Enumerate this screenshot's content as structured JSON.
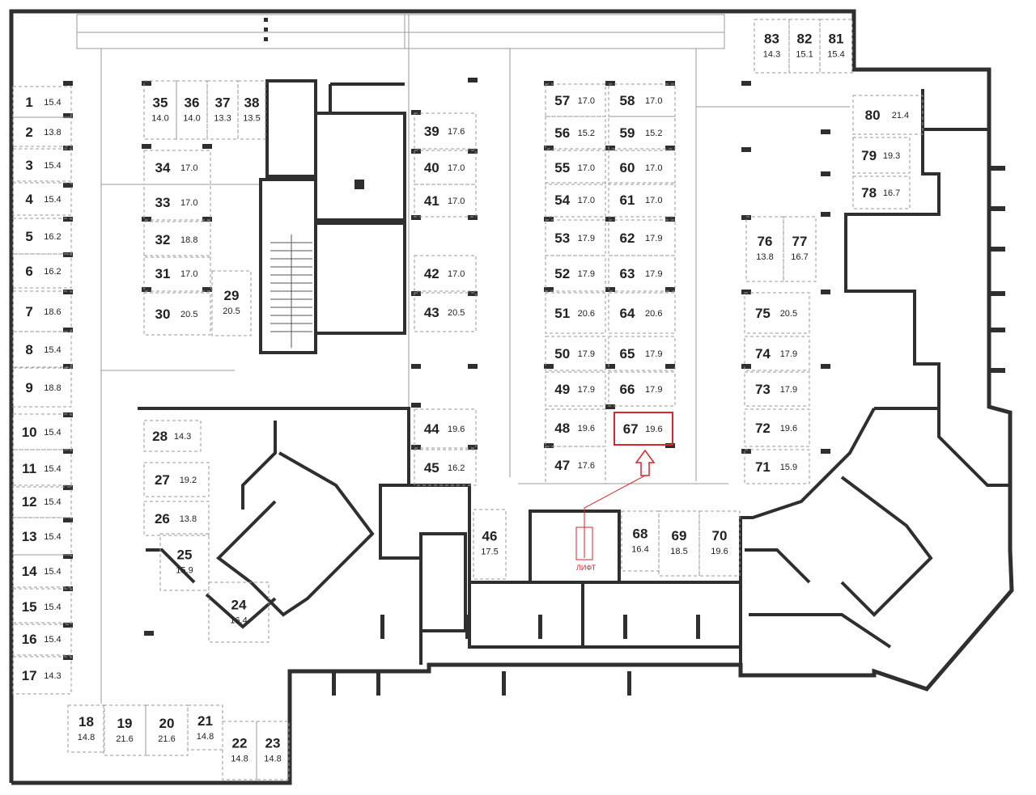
{
  "highlight": {
    "color": "#d9262c",
    "spot": "67"
  },
  "lift": {
    "label": "ЛИФТ"
  },
  "spaces": [
    {
      "n": "1",
      "a": "15.4"
    },
    {
      "n": "2",
      "a": "13.8"
    },
    {
      "n": "3",
      "a": "15.4"
    },
    {
      "n": "4",
      "a": "15.4"
    },
    {
      "n": "5",
      "a": "16.2"
    },
    {
      "n": "6",
      "a": "16.2"
    },
    {
      "n": "7",
      "a": "18.6"
    },
    {
      "n": "8",
      "a": "15.4"
    },
    {
      "n": "9",
      "a": "18.8"
    },
    {
      "n": "10",
      "a": "15.4"
    },
    {
      "n": "11",
      "a": "15.4"
    },
    {
      "n": "12",
      "a": "15.4"
    },
    {
      "n": "13",
      "a": "15.4"
    },
    {
      "n": "14",
      "a": "15.4"
    },
    {
      "n": "15",
      "a": "15.4"
    },
    {
      "n": "16",
      "a": "15.4"
    },
    {
      "n": "17",
      "a": "14.3"
    },
    {
      "n": "18",
      "a": "14.8"
    },
    {
      "n": "19",
      "a": "21.6"
    },
    {
      "n": "20",
      "a": "21.6"
    },
    {
      "n": "21",
      "a": "14.8"
    },
    {
      "n": "22",
      "a": "14.8"
    },
    {
      "n": "23",
      "a": "14.8"
    },
    {
      "n": "24",
      "a": "16.4"
    },
    {
      "n": "25",
      "a": "15.9"
    },
    {
      "n": "26",
      "a": "13.8"
    },
    {
      "n": "27",
      "a": "19.2"
    },
    {
      "n": "28",
      "a": "14.3"
    },
    {
      "n": "29",
      "a": "20.5"
    },
    {
      "n": "30",
      "a": "20.5"
    },
    {
      "n": "31",
      "a": "17.0"
    },
    {
      "n": "32",
      "a": "18.8"
    },
    {
      "n": "33",
      "a": "17.0"
    },
    {
      "n": "34",
      "a": "17.0"
    },
    {
      "n": "35",
      "a": "14.0"
    },
    {
      "n": "36",
      "a": "14.0"
    },
    {
      "n": "37",
      "a": "13.3"
    },
    {
      "n": "38",
      "a": "13.5"
    },
    {
      "n": "39",
      "a": "17.6"
    },
    {
      "n": "40",
      "a": "17.0"
    },
    {
      "n": "41",
      "a": "17.0"
    },
    {
      "n": "42",
      "a": "17.0"
    },
    {
      "n": "43",
      "a": "20.5"
    },
    {
      "n": "44",
      "a": "19.6"
    },
    {
      "n": "45",
      "a": "16.2"
    },
    {
      "n": "46",
      "a": "17.5"
    },
    {
      "n": "47",
      "a": "17.6"
    },
    {
      "n": "48",
      "a": "19.6"
    },
    {
      "n": "49",
      "a": "17.9"
    },
    {
      "n": "50",
      "a": "17.9"
    },
    {
      "n": "51",
      "a": "20.6"
    },
    {
      "n": "52",
      "a": "17.9"
    },
    {
      "n": "53",
      "a": "17.9"
    },
    {
      "n": "54",
      "a": "17.0"
    },
    {
      "n": "55",
      "a": "17.0"
    },
    {
      "n": "56",
      "a": "15.2"
    },
    {
      "n": "57",
      "a": "17.0"
    },
    {
      "n": "58",
      "a": "17.0"
    },
    {
      "n": "59",
      "a": "15.2"
    },
    {
      "n": "60",
      "a": "17.0"
    },
    {
      "n": "61",
      "a": "17.0"
    },
    {
      "n": "62",
      "a": "17.9"
    },
    {
      "n": "63",
      "a": "17.9"
    },
    {
      "n": "64",
      "a": "20.6"
    },
    {
      "n": "65",
      "a": "17.9"
    },
    {
      "n": "66",
      "a": "17.9"
    },
    {
      "n": "67",
      "a": "19.6"
    },
    {
      "n": "68",
      "a": "16.4"
    },
    {
      "n": "69",
      "a": "18.5"
    },
    {
      "n": "70",
      "a": "19.6"
    },
    {
      "n": "71",
      "a": "15.9"
    },
    {
      "n": "72",
      "a": "19.6"
    },
    {
      "n": "73",
      "a": "17.9"
    },
    {
      "n": "74",
      "a": "17.9"
    },
    {
      "n": "75",
      "a": "20.5"
    },
    {
      "n": "76",
      "a": "13.8"
    },
    {
      "n": "77",
      "a": "16.7"
    },
    {
      "n": "78",
      "a": "16.7"
    },
    {
      "n": "79",
      "a": "19.3"
    },
    {
      "n": "80",
      "a": "21.4"
    },
    {
      "n": "81",
      "a": "15.4"
    },
    {
      "n": "82",
      "a": "15.1"
    },
    {
      "n": "83",
      "a": "14.3"
    }
  ]
}
